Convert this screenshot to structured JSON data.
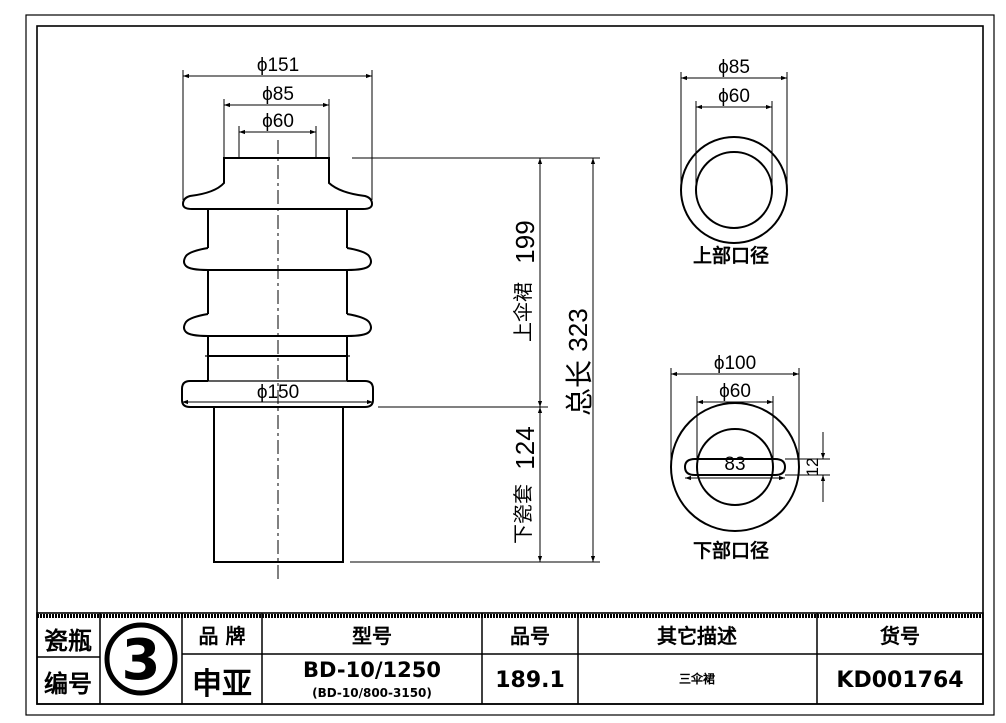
{
  "labels": {
    "top_outer": "ϕ151",
    "top_mid": "ϕ85",
    "top_inner": "ϕ60",
    "lower_flange": "ϕ150",
    "upper_length_label": "上伞裙",
    "upper_length_value": "199",
    "total_length_label": "总长",
    "total_length_value": "323",
    "lower_length_value": "124",
    "lower_length_label": "下瓷套",
    "top_view_outer": "ϕ85",
    "top_view_inner": "ϕ60",
    "top_view_caption": "上部口径",
    "bottom_view_outer": "ϕ100",
    "bottom_view_inner": "ϕ60",
    "bottom_view_slot": "83",
    "bottom_view_slot_width": "12",
    "bottom_view_caption": "下部口径"
  },
  "title_block": {
    "number_label_line1": "瓷瓶",
    "number_label_line2": "编号",
    "number": "3",
    "brand_header": "品 牌",
    "brand_value": "申亚",
    "model_header": "型号",
    "model_value": "BD-10/1250",
    "model_sub": "(BD-10/800-3150)",
    "item_header": "品号",
    "item_value": "189.1",
    "desc_header": "其它描述",
    "desc_value": "三伞裙",
    "code_header": "货号",
    "code_value": "KD001764"
  }
}
